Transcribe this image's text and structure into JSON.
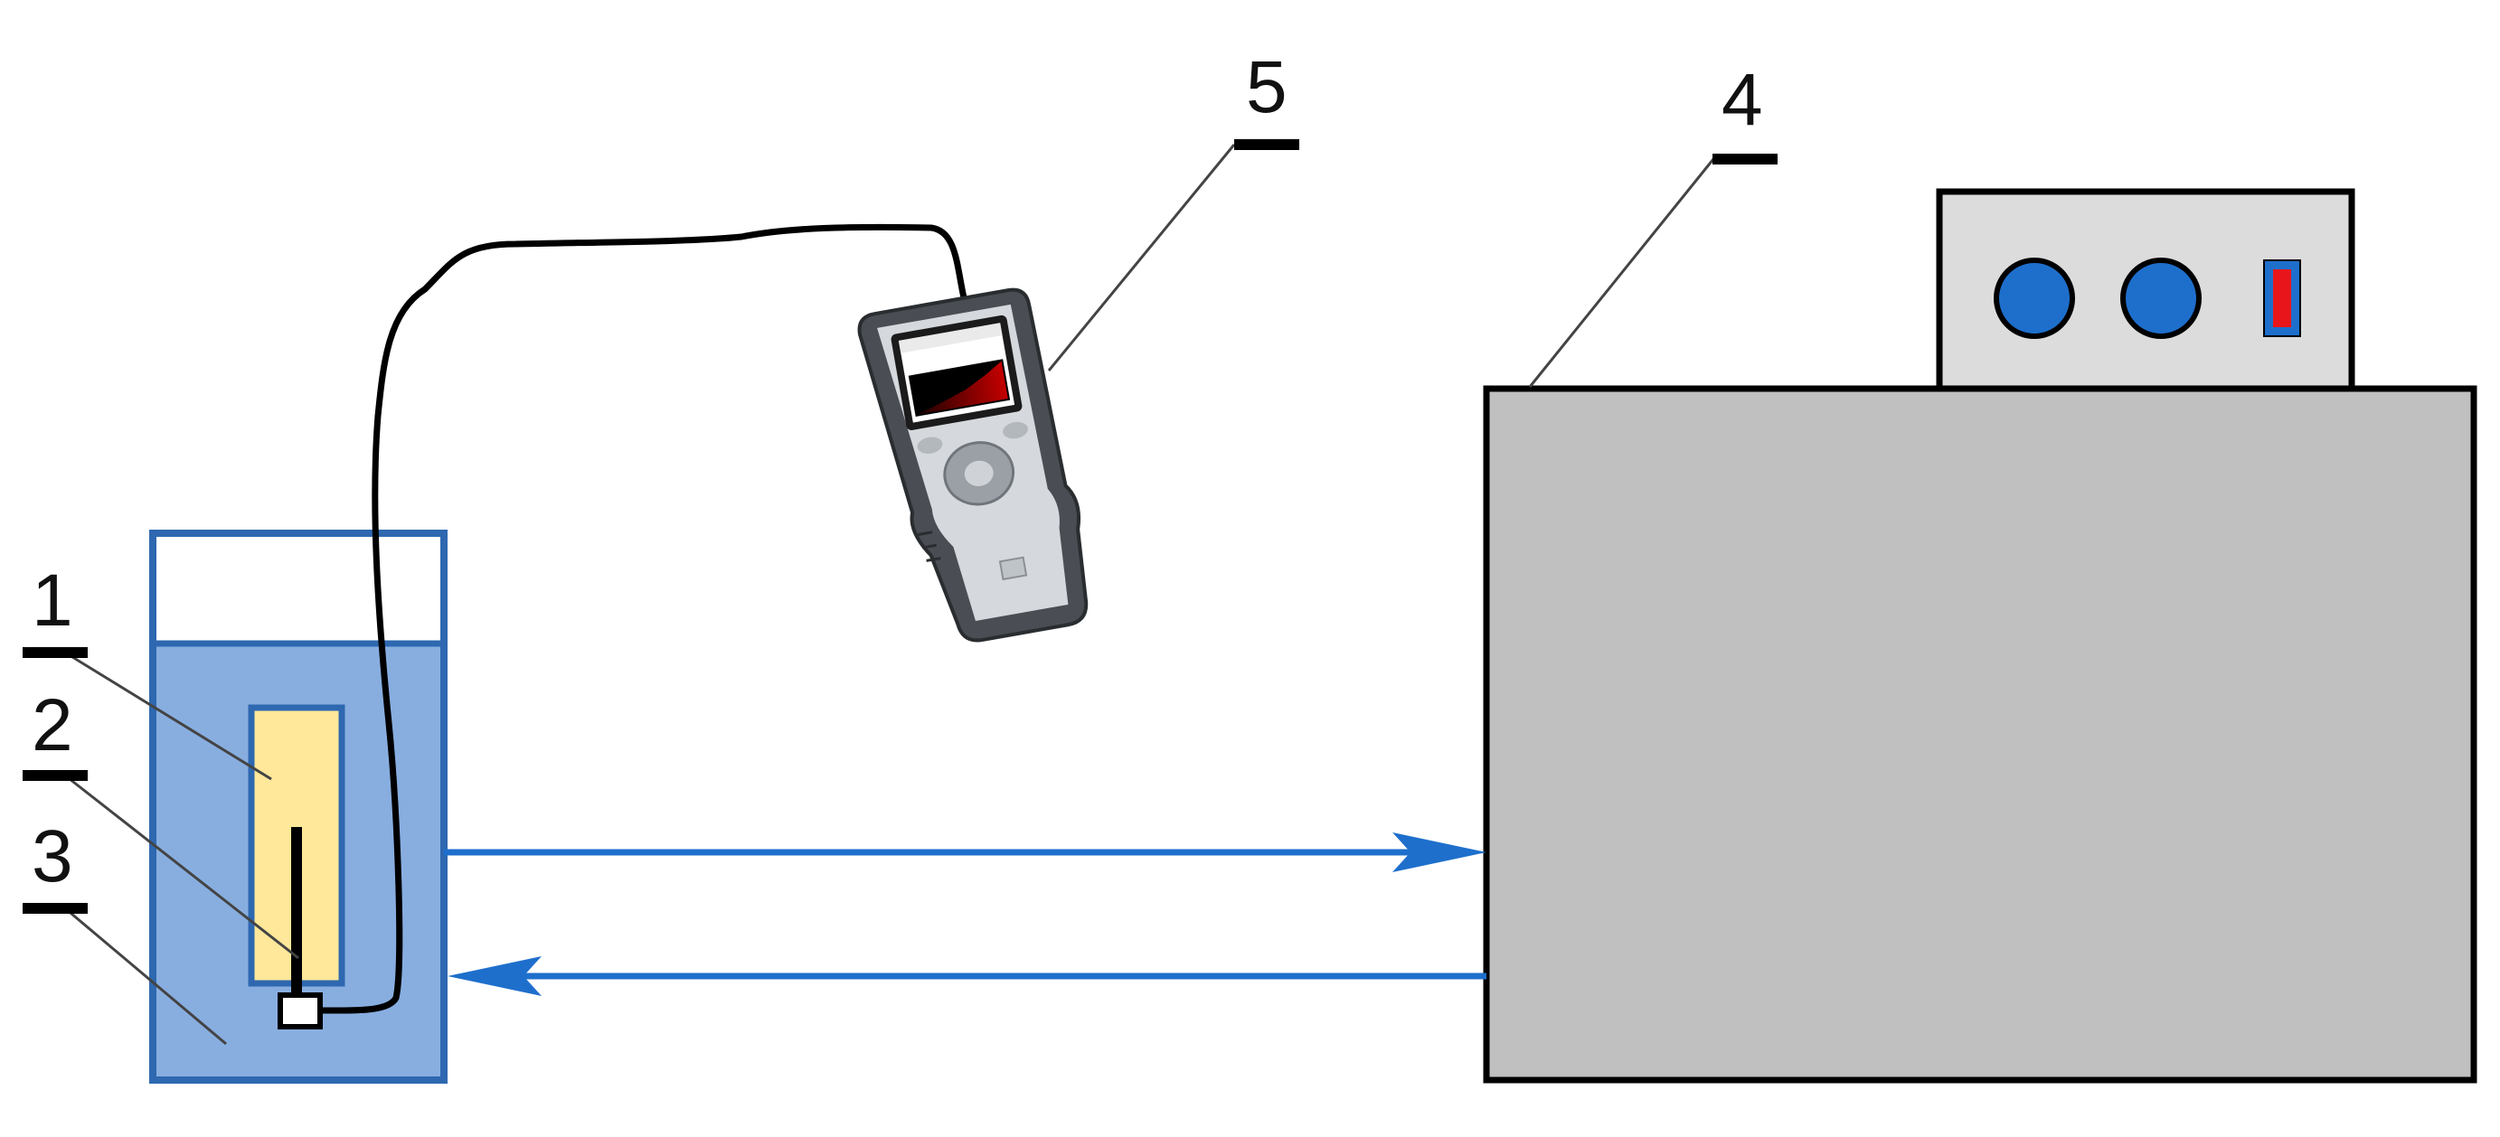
{
  "labels": {
    "l1": "1",
    "l2": "2",
    "l3": "3",
    "l4": "4",
    "l5": "5"
  },
  "colors": {
    "water": "#88AEE0",
    "vessel_border": "#2E68B0",
    "sample": "#FFE89A",
    "thermostat": "#C0C0C0",
    "control_panel": "#DCDCDC",
    "knob": "#1E6FCC",
    "indicator": "#E8151B",
    "arrow": "#1E6FCC",
    "meter_body": "#4A4E54",
    "meter_face": "#D5D8DC"
  },
  "icons": [
    "thermometer-icon",
    "knob-icon",
    "indicator-light-icon",
    "arrow-right-icon",
    "arrow-left-icon"
  ]
}
